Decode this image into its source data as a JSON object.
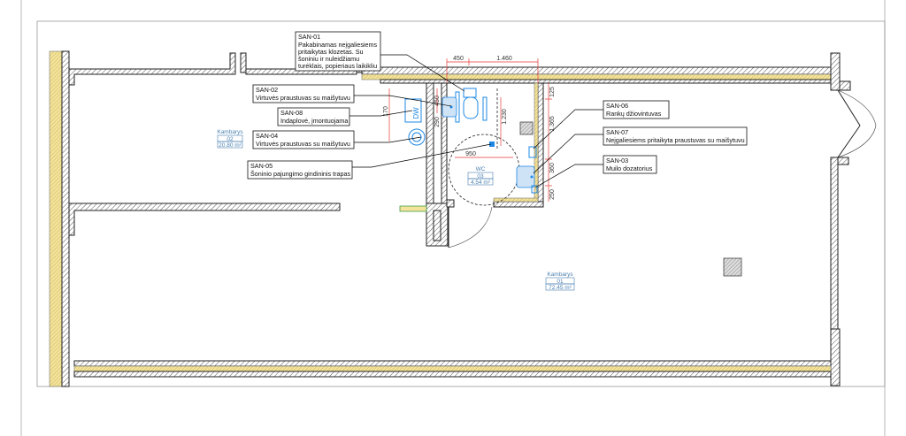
{
  "callouts": {
    "san01": {
      "code": "SAN-01",
      "lines": [
        "Pakabinamas neįgaliesiems",
        "pritaikytas klozetas. Su",
        "šoniniu ir nuleidžiamu",
        "turėklais, popieriaus laikikliu"
      ]
    },
    "san02": {
      "code": "SAN-02",
      "text": "Virtuvės praustuvas su maišytuvu"
    },
    "san08": {
      "code": "SAN-08",
      "text": "Indaplovė, įmontuojama"
    },
    "san04": {
      "code": "SAN-04",
      "text": "Virtuvės praustuvas su maišytuvu"
    },
    "san05": {
      "code": "SAN-05",
      "text": "Šoninio pajungimo gindininis trapas"
    },
    "san06": {
      "code": "SAN-06",
      "text": "Rankų džiovintuvas"
    },
    "san07": {
      "code": "SAN-07",
      "text": "Neįgaliesiems pritaikyta praustuvas su maišytuvu"
    },
    "san03": {
      "code": "SAN-03",
      "text": "Muilo dozatorius"
    }
  },
  "rooms": {
    "r02": {
      "name": "Kambarys",
      "number": "02",
      "area": "20.80 m²"
    },
    "r03": {
      "name": "WC",
      "number": "03",
      "area": "4.54 m²"
    },
    "r01": {
      "name": "Kambarys",
      "number": "01",
      "area": "72.45 m²"
    }
  },
  "dimensions": {
    "d450": "450",
    "d1460": "1.460",
    "d125": "125",
    "d1365": "1.365",
    "d1230": "1.230",
    "d170": "170",
    "d450v": "450",
    "d290": "290",
    "d950": "950",
    "d360": "360",
    "d250": "250"
  },
  "fixture_labels": {
    "dw": "DW"
  },
  "colors": {
    "wall_hatch": "#8a6d2b",
    "insulation": "#f3e39b",
    "fixture": "#1e88e5",
    "dimension": "#e53935",
    "room_label": "#4a7fb0"
  }
}
